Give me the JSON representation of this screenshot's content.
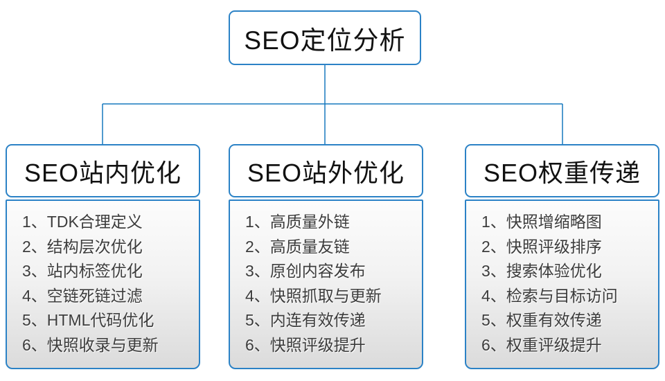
{
  "root": {
    "title": "SEO定位分析"
  },
  "columns": [
    {
      "title": "SEO站内优化",
      "items": [
        "1、TDK合理定义",
        "2、结构层次优化",
        "3、站内标签优化",
        "4、空链死链过滤",
        "5、HTML代码优化",
        "6、快照收录与更新"
      ]
    },
    {
      "title": "SEO站外优化",
      "items": [
        "1、高质量外链",
        "2、高质量友链",
        "3、原创内容发布",
        "4、快照抓取与更新",
        "5、内连有效传递",
        "6、快照评级提升"
      ]
    },
    {
      "title": "SEO权重传递",
      "items": [
        "1、快照增缩略图",
        "2、快照评级排序",
        "3、搜索体验优化",
        "4、检索与目标访问",
        "5、权重有效传递",
        "6、权重评级提升"
      ]
    }
  ],
  "colors": {
    "line": "#1778be",
    "box_border": "#2b82c6",
    "panel_gradient_top": "#fcfcfc",
    "panel_gradient_bottom": "#dbdbdb"
  }
}
